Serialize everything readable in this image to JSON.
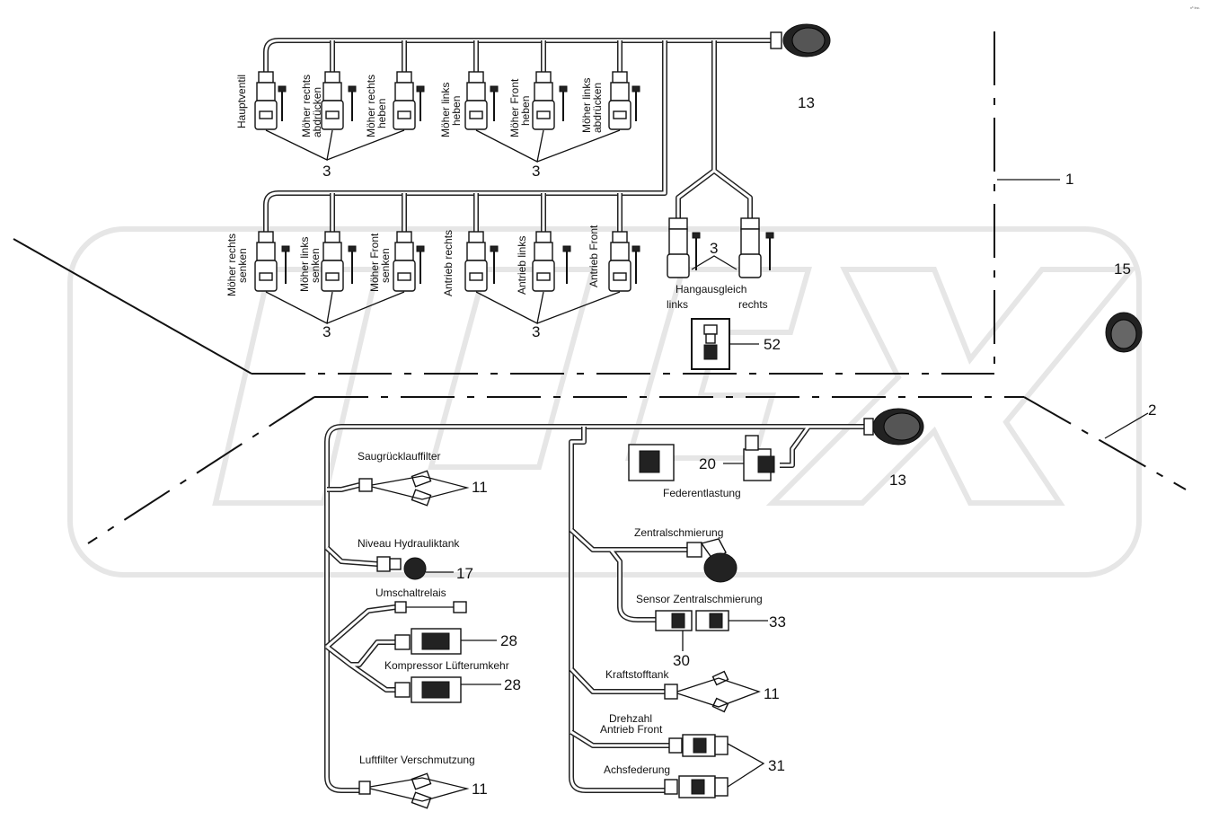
{
  "corner_mark": "v³ Inc.",
  "valves_top_labels": [
    [
      "Hauptventil"
    ],
    [
      "Möher rechts",
      "abdrücken"
    ],
    [
      "Möher rechts",
      "heben"
    ],
    [
      "Möher links",
      "heben"
    ],
    [
      "Möher Front",
      "heben"
    ],
    [
      "Möher links",
      "abdrücken"
    ]
  ],
  "valves_mid_labels": [
    [
      "Möher rechts",
      "senken"
    ],
    [
      "Möher links",
      "senken"
    ],
    [
      "Möher Front",
      "senken"
    ],
    [
      "Antrieb rechts"
    ],
    [
      "Antrieb links"
    ],
    [
      "Antrieb Front"
    ]
  ],
  "labels": {
    "hangausgleich": "Hangausgleich",
    "links": "links",
    "rechts": "rechts",
    "saugrueck": "Saugrücklauffilter",
    "niveau": "Niveau Hydrauliktank",
    "umschalt": "Umschaltrelais",
    "kompressor": "Kompressor Lüfterumkehr",
    "luftfilter": "Luftfilter Verschmutzung",
    "federentlastung": "Federentlastung",
    "zentral": "Zentralschmierung",
    "sensor_zentral": "Sensor Zentralschmierung",
    "kraftstoff": "Kraftstofftank",
    "drehzahl_1": "Drehzahl",
    "drehzahl_2": "Antrieb Front",
    "achsfederung": "Achsfederung"
  },
  "callouts": {
    "c13_top": "13",
    "c3_a": "3",
    "c3_b": "3",
    "c3_c": "3",
    "c3_d": "3",
    "c3_e": "3",
    "c1": "1",
    "c15": "15",
    "c52": "52",
    "c2": "2",
    "c13_bottom": "13",
    "c20": "20",
    "c11_a": "11",
    "c17": "17",
    "c28_a": "28",
    "c28_b": "28",
    "c11_b": "11",
    "c33": "33",
    "c30": "30",
    "c11_c": "11",
    "c31": "31"
  }
}
